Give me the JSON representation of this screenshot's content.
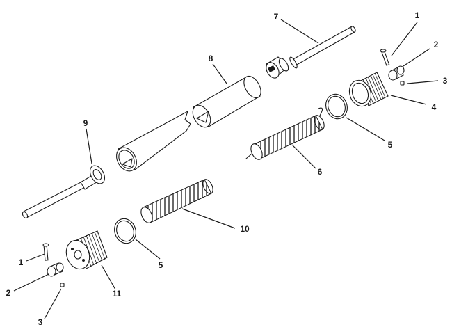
{
  "callouts": {
    "c1a": "1",
    "c2a": "2",
    "c3a": "3",
    "c4": "4",
    "c5a": "5",
    "c6": "6",
    "c7": "7",
    "c8": "8",
    "c9": "9",
    "c1b": "1",
    "c2b": "2",
    "c3b": "3",
    "c5b": "5",
    "c10": "10",
    "c11": "11"
  }
}
